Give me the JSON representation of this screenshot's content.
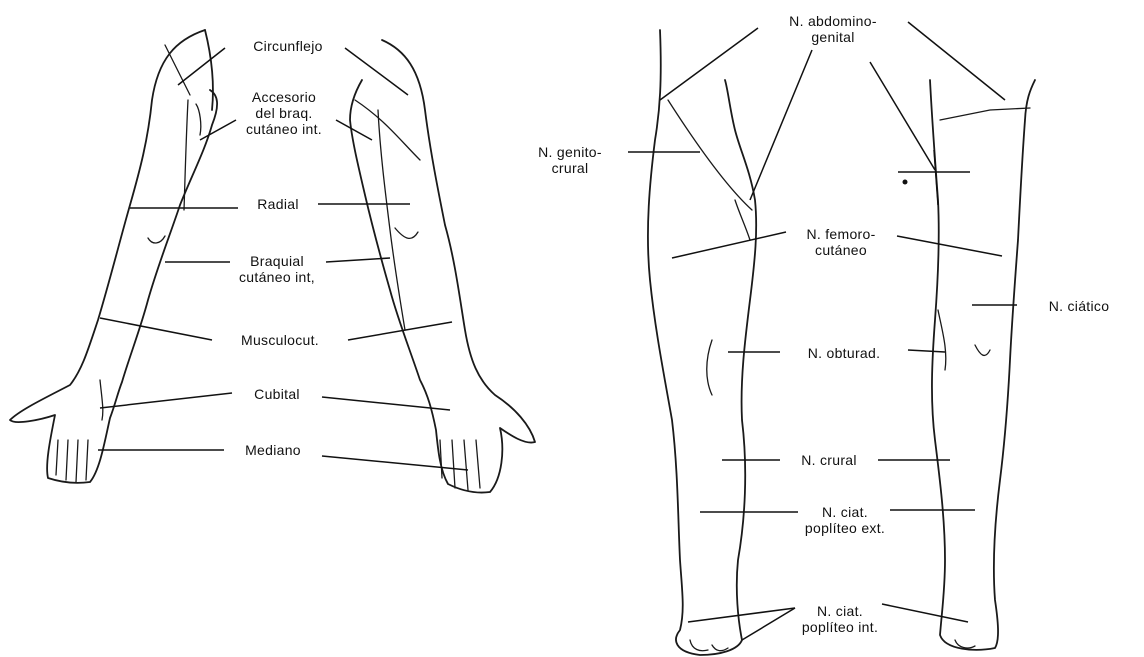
{
  "figure": {
    "arm_labels": {
      "circunflejo": "Circunflejo",
      "accesorio": "Accesorio\ndel braq.\ncutáneo int.",
      "radial": "Radial",
      "braquial": "Braquial\ncutáneo int,",
      "musculocut": "Musculocut.",
      "cubital": "Cubital",
      "mediano": "Mediano"
    },
    "leg_labels": {
      "abdomino": "N. abdomino-\ngenital",
      "genito": "N. genito-\ncrural",
      "femoro": "N. femoro-\ncutáneo",
      "ciatico": "N. ciático",
      "obturad": "N. obturad.",
      "crural": "N. crural",
      "ciat_ext": "N. ciat.\npoplíteo ext.",
      "ciat_int": "N. ciat.\npoplíteo int."
    }
  }
}
